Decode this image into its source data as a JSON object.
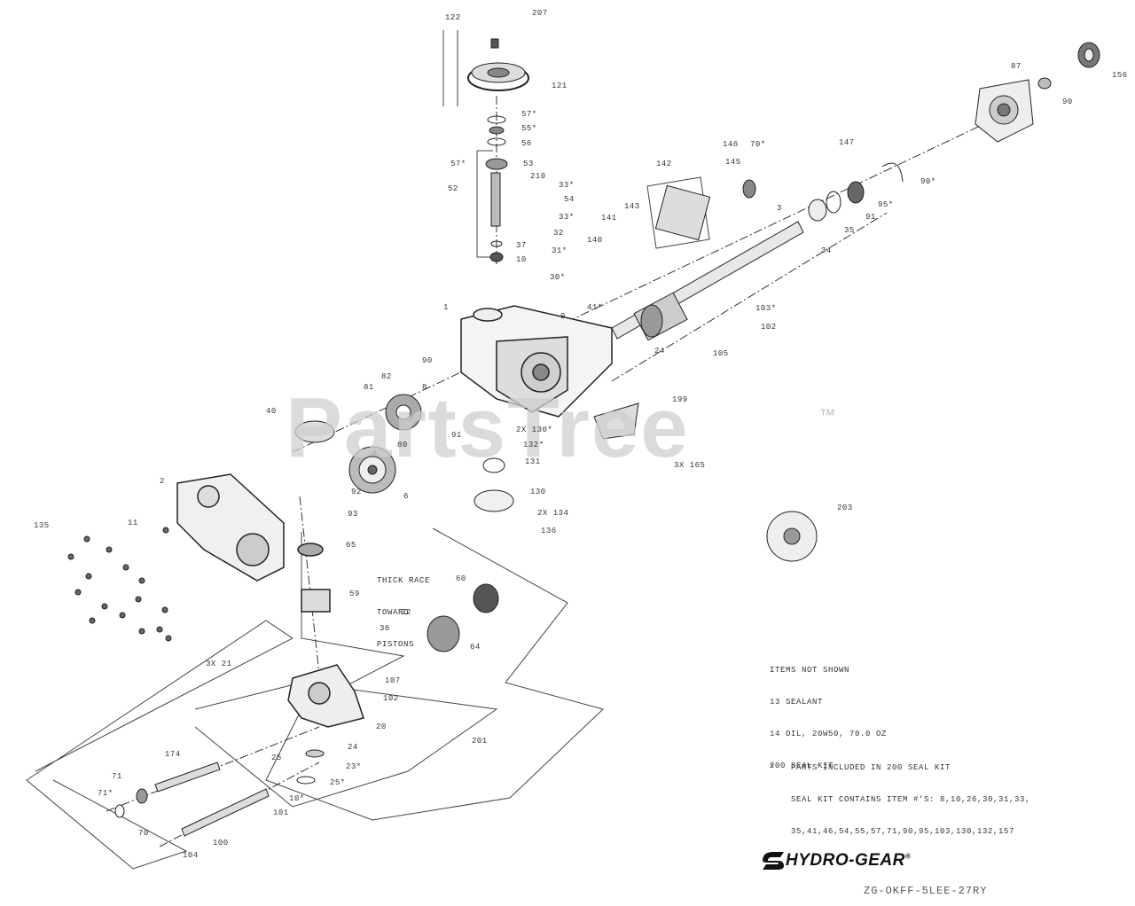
{
  "watermark": "PartsTree",
  "watermark_mark": "™",
  "brand": "HYDRO-GEAR",
  "brand_mark": "®",
  "drawing_id": "ZG-OKFF-5LEE-27RY",
  "notes": {
    "items_not_shown": [
      "ITEMS NOT SHOWN",
      "13 SEALANT",
      "14 OIL, 20W50, 70.0 OZ",
      "200 SEAL KIT"
    ],
    "seal_kit": [
      "*   PARTS INCLUDED IN 200 SEAL KIT",
      "    SEAL KIT CONTAINS ITEM #'S: 8,10,26,30,31,33,",
      "    35,41,46,54,55,57,71,90,95,103,130,132,157"
    ],
    "thick_race": [
      "THICK RACE",
      "TOWARD",
      "PISTONS"
    ]
  },
  "callouts": [
    {
      "id": "c122",
      "text": "122"
    },
    {
      "id": "c207",
      "text": "207"
    },
    {
      "id": "c121",
      "text": "121"
    },
    {
      "id": "c57",
      "text": "57*"
    },
    {
      "id": "c55a",
      "text": "55*"
    },
    {
      "id": "c56",
      "text": "56"
    },
    {
      "id": "c57b",
      "text": "57*"
    },
    {
      "id": "c53",
      "text": "53"
    },
    {
      "id": "c210",
      "text": "210"
    },
    {
      "id": "c52",
      "text": "52"
    },
    {
      "id": "c33a",
      "text": "33*"
    },
    {
      "id": "c54",
      "text": "54"
    },
    {
      "id": "c33b",
      "text": "33*"
    },
    {
      "id": "c32",
      "text": "32"
    },
    {
      "id": "c37",
      "text": "37"
    },
    {
      "id": "c10",
      "text": "10"
    },
    {
      "id": "c31",
      "text": "31*"
    },
    {
      "id": "c30",
      "text": "30*"
    },
    {
      "id": "c1",
      "text": "1"
    },
    {
      "id": "c9",
      "text": "9"
    },
    {
      "id": "c41",
      "text": "41*"
    },
    {
      "id": "c24",
      "text": "24"
    },
    {
      "id": "c146",
      "text": "146"
    },
    {
      "id": "c70",
      "text": "70*"
    },
    {
      "id": "c147",
      "text": "147"
    },
    {
      "id": "c142",
      "text": "142"
    },
    {
      "id": "c145",
      "text": "145"
    },
    {
      "id": "c141",
      "text": "141"
    },
    {
      "id": "c143",
      "text": "143"
    },
    {
      "id": "c140",
      "text": "140"
    },
    {
      "id": "c3",
      "text": "3"
    },
    {
      "id": "c35",
      "text": "35"
    },
    {
      "id": "c91",
      "text": "91"
    },
    {
      "id": "c95",
      "text": "95*"
    },
    {
      "id": "c90a",
      "text": "90*"
    },
    {
      "id": "c34",
      "text": "34"
    },
    {
      "id": "c87",
      "text": "87"
    },
    {
      "id": "c156",
      "text": "156"
    },
    {
      "id": "c90b",
      "text": "90"
    },
    {
      "id": "c103",
      "text": "103*"
    },
    {
      "id": "c102",
      "text": "102"
    },
    {
      "id": "c105",
      "text": "105"
    },
    {
      "id": "c90c",
      "text": "90"
    },
    {
      "id": "c81",
      "text": "81"
    },
    {
      "id": "c82",
      "text": "82"
    },
    {
      "id": "c8",
      "text": "8"
    },
    {
      "id": "c40",
      "text": "40"
    },
    {
      "id": "c80",
      "text": "80"
    },
    {
      "id": "c6",
      "text": "6"
    },
    {
      "id": "c2",
      "text": "2"
    },
    {
      "id": "c11",
      "text": "11"
    },
    {
      "id": "c135",
      "text": "135"
    },
    {
      "id": "c93",
      "text": "93"
    },
    {
      "id": "c92",
      "text": "92"
    },
    {
      "id": "c91b",
      "text": "91"
    },
    {
      "id": "c133",
      "text": "2X 130*"
    },
    {
      "id": "c132",
      "text": "132*"
    },
    {
      "id": "c131",
      "text": "131"
    },
    {
      "id": "c130",
      "text": "130"
    },
    {
      "id": "c134",
      "text": "2X 134"
    },
    {
      "id": "c136",
      "text": "136"
    },
    {
      "id": "c199",
      "text": "199"
    },
    {
      "id": "c165",
      "text": "3X 165"
    },
    {
      "id": "c203",
      "text": "203"
    },
    {
      "id": "c65",
      "text": "65"
    },
    {
      "id": "c59",
      "text": "59"
    },
    {
      "id": "c60",
      "text": "60"
    },
    {
      "id": "c64",
      "text": "64"
    },
    {
      "id": "c22",
      "text": "22"
    },
    {
      "id": "c36",
      "text": "36"
    },
    {
      "id": "c107",
      "text": "107"
    },
    {
      "id": "c21",
      "text": "3X 21"
    },
    {
      "id": "c102b",
      "text": "102"
    },
    {
      "id": "c20",
      "text": "20"
    },
    {
      "id": "c201",
      "text": "201"
    },
    {
      "id": "c24b",
      "text": "24"
    },
    {
      "id": "c25",
      "text": "25"
    },
    {
      "id": "c23",
      "text": "23*"
    },
    {
      "id": "c25b",
      "text": "25*"
    },
    {
      "id": "c174",
      "text": "174"
    },
    {
      "id": "c71",
      "text": "71"
    },
    {
      "id": "c71b",
      "text": "71*"
    },
    {
      "id": "c70b",
      "text": "70"
    },
    {
      "id": "c101",
      "text": "101"
    },
    {
      "id": "c10b",
      "text": "10*"
    },
    {
      "id": "c100",
      "text": "100"
    },
    {
      "id": "c104",
      "text": "104"
    }
  ]
}
